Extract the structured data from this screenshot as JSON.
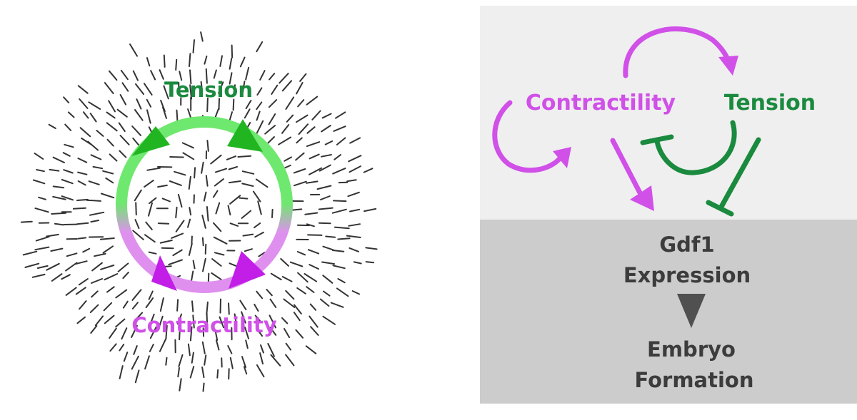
{
  "left_panel": {
    "tension_label": "Tension",
    "contractility_label": "Contractility"
  },
  "right_panel": {
    "contractility_label": "Contractility",
    "tension_label": "Tension",
    "gdf1_line1": "Gdf1",
    "gdf1_line2": "Expression",
    "embryo_line1": "Embryo",
    "embryo_line2": "Formation"
  },
  "colors": {
    "tension": "#1a8a3e",
    "contractility": "#d050e8",
    "ring_green": "#6ee86e",
    "ring_green_dark": "#22b522",
    "ring_magenta": "#df90ef",
    "ring_magenta_dark": "#c21ee8",
    "top_box": "#efefef",
    "bottom_box": "#cccccc",
    "text_dark": "#3c3c3c",
    "field_lines": "#333333"
  }
}
